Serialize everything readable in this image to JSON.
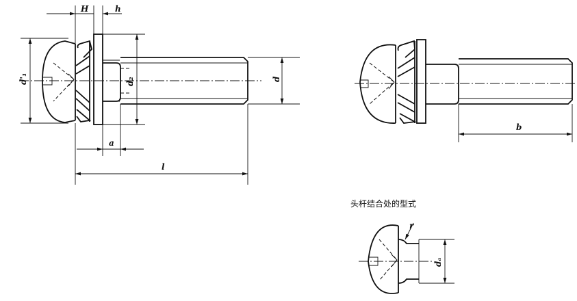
{
  "labels": {
    "H": "H",
    "h": "h",
    "d1_prime": "d'₁",
    "d2": "d₂",
    "d": "d",
    "a": "a",
    "l": "l",
    "b": "b",
    "r": "r",
    "da": "dₐ"
  },
  "caption": "头杆结合处的型式"
}
